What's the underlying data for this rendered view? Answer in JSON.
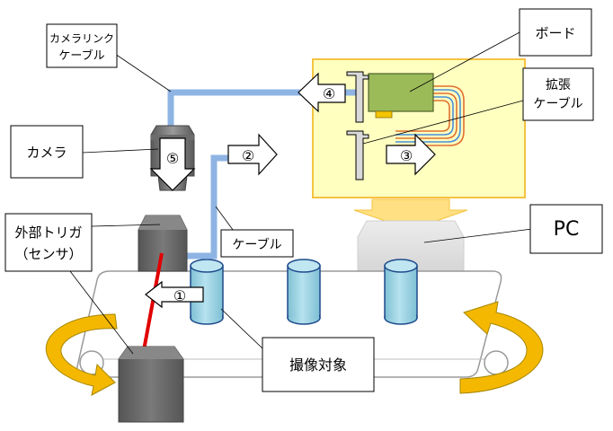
{
  "labels": {
    "camera_link_cable_line1": "カメラリンク",
    "camera_link_cable_line2": "ケーブル",
    "board": "ボード",
    "expansion_cable_line1": "拡張",
    "expansion_cable_line2": "ケーブル",
    "camera": "カメラ",
    "external_trigger_line1": "外部トリガ",
    "external_trigger_line2": "（センサ）",
    "cable": "ケーブル",
    "pc": "PC",
    "imaging_target": "撮像対象"
  },
  "steps": {
    "step1": "①",
    "step2": "②",
    "step3": "③",
    "step4": "④",
    "step5": "⑤"
  },
  "colors": {
    "cable_blue": "#8eb4e3",
    "pc_area": "#ffffc0",
    "pc_area_border": "#f5c342",
    "board_green": "#9bbb59",
    "conveyor_arrow": "#f5b800",
    "product_cyan": "#9fd3e3",
    "sensor_beam": "#e00000",
    "device_gray": "#6b6b6b"
  }
}
